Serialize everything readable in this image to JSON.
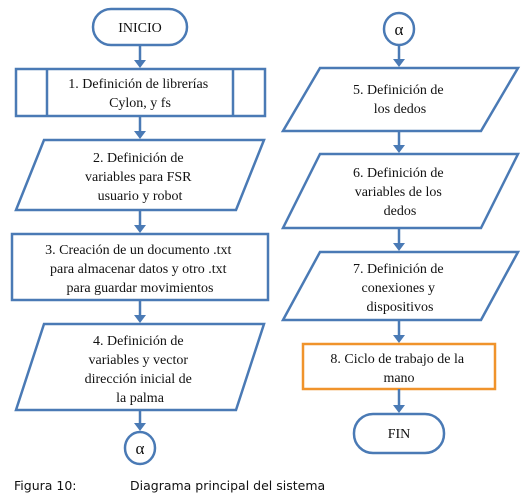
{
  "nodes": {
    "inicio": "INICIO",
    "step1": [
      "1. Definición de  librerías",
      "Cylon, y fs"
    ],
    "step2": [
      "2. Definición de",
      "variables para FSR",
      "usuario y robot"
    ],
    "step3": [
      "3. Creación de un documento .txt",
      "para almacenar datos y  otro .txt",
      "para guardar movimientos"
    ],
    "step4": [
      "4. Definición de",
      "variables y vector",
      "dirección inicial de",
      "la palma"
    ],
    "connector_out": "α",
    "connector_in": "α",
    "step5": [
      "5. Definición de",
      "los dedos"
    ],
    "step6": [
      "6. Definición de",
      "variables de los",
      "dedos"
    ],
    "step7": [
      "7. Definición de",
      "conexiones y",
      "dispositivos"
    ],
    "step8": [
      "8. Ciclo de trabajo de la",
      "mano"
    ],
    "fin": "FIN"
  },
  "caption": {
    "label": "Figura 10:",
    "text": "Diagrama principal del sistema"
  },
  "colors": {
    "stroke": "#4a7ab5",
    "highlight": "#f0932b",
    "text": "#111111"
  }
}
